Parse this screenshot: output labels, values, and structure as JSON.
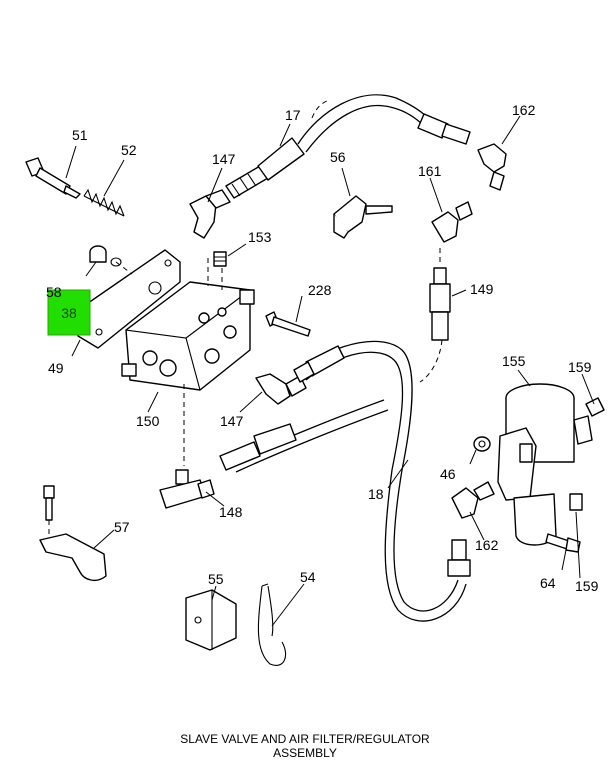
{
  "callouts": [
    {
      "id": "c51",
      "label": "51"
    },
    {
      "id": "c52",
      "label": "52"
    },
    {
      "id": "c17",
      "label": "17"
    },
    {
      "id": "c162a",
      "label": "162"
    },
    {
      "id": "c147a",
      "label": "147"
    },
    {
      "id": "c56",
      "label": "56"
    },
    {
      "id": "c161",
      "label": "161"
    },
    {
      "id": "c153",
      "label": "153"
    },
    {
      "id": "c58",
      "label": "58"
    },
    {
      "id": "c228",
      "label": "228"
    },
    {
      "id": "c149",
      "label": "149"
    },
    {
      "id": "c49",
      "label": "49"
    },
    {
      "id": "c155",
      "label": "155"
    },
    {
      "id": "c159a",
      "label": "159"
    },
    {
      "id": "c150",
      "label": "150"
    },
    {
      "id": "c147b",
      "label": "147"
    },
    {
      "id": "c46",
      "label": "46"
    },
    {
      "id": "c18",
      "label": "18"
    },
    {
      "id": "c148",
      "label": "148"
    },
    {
      "id": "c162b",
      "label": "162"
    },
    {
      "id": "c57",
      "label": "57"
    },
    {
      "id": "c64",
      "label": "64"
    },
    {
      "id": "c159b",
      "label": "159"
    },
    {
      "id": "c55",
      "label": "55"
    },
    {
      "id": "c54",
      "label": "54"
    }
  ],
  "highlight": {
    "label": "38",
    "color": "#22dd00"
  },
  "caption": {
    "line1": "SLAVE VALVE AND AIR FILTER/REGULATOR",
    "line2": "ASSEMBLY"
  }
}
